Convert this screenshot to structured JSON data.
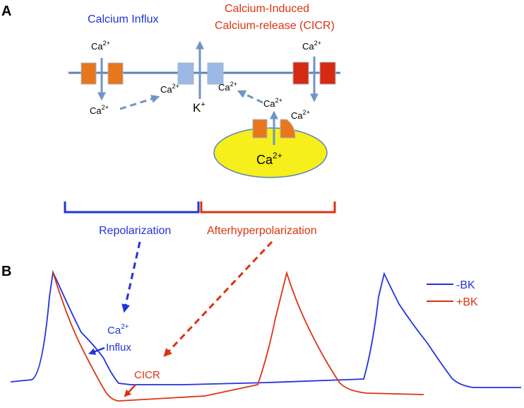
{
  "panel_a": {
    "letter": "A",
    "calcium_influx": "Calcium Influx",
    "cicr_line1": "Calcium-Induced",
    "cicr_line2": "Calcium-release (CICR)",
    "ca_ion": "Ca",
    "ca_charge": "2+",
    "k_ion": "K",
    "k_charge": "+",
    "store_ion": "Ca",
    "store_charge": "2+"
  },
  "phases": {
    "repolarization": "Repolarization",
    "afterhyperpolarization": "Afterhyperpolarization"
  },
  "panel_b": {
    "letter": "B",
    "influx_ion": "Ca",
    "influx_charge": "2+",
    "influx_word": "Influx",
    "cicr": "CICR"
  },
  "legend": [
    {
      "name": "-BK",
      "color": "#2233dd"
    },
    {
      "name": "+BK",
      "color": "#dd3311"
    }
  ],
  "colors": {
    "blue": "#2233dd",
    "red": "#dd3311",
    "membrane": "#5b84b5",
    "arrow_gray": "#6f95c3",
    "orange_channel": "#e8761c",
    "red_channel": "#d62a12",
    "bk_channel": "#9bb9e4",
    "store_fill": "#f6ef1b",
    "store_edge": "#5b84b5"
  }
}
